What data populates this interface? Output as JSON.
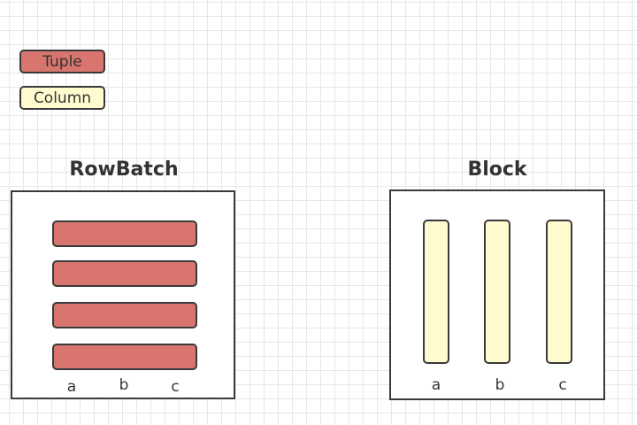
{
  "legend": {
    "tuple_label": "Tuple",
    "column_label": "Column"
  },
  "colors": {
    "tuple_fill": "#d9756f",
    "column_fill": "#fffbcf",
    "border": "#3a3a3a",
    "text": "#333333"
  },
  "rowbatch": {
    "title": "RowBatch",
    "tuple_count": 4,
    "labels": [
      "a",
      "b",
      "c"
    ]
  },
  "block": {
    "title": "Block",
    "column_count": 3,
    "labels": [
      "a",
      "b",
      "c"
    ]
  }
}
